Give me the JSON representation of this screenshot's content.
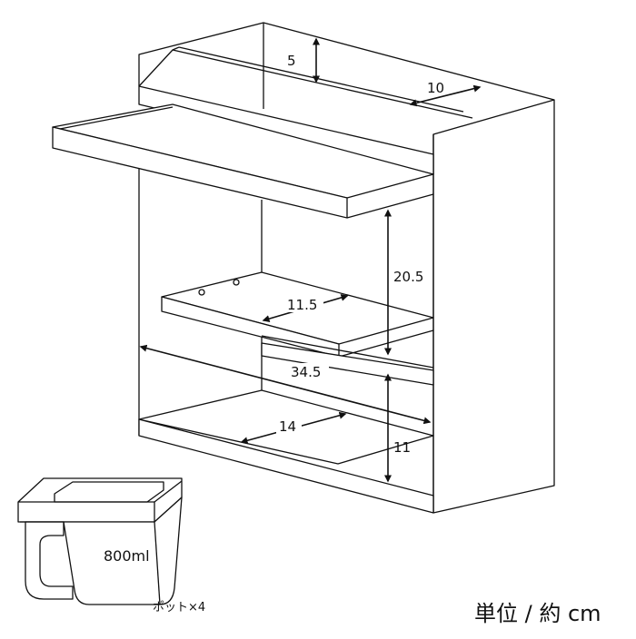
{
  "dimensions": {
    "top_depth": "5",
    "top_width": "10",
    "shelf_gap": "20.5",
    "middle_shelf_depth": "11.5",
    "total_width": "34.5",
    "bottom_depth": "14",
    "bottom_height": "11"
  },
  "pot": {
    "capacity": "800ml",
    "caption": "ポット×4"
  },
  "unit_label": "単位 / 約 cm",
  "colors": {
    "line": "#111111",
    "background": "#ffffff"
  }
}
